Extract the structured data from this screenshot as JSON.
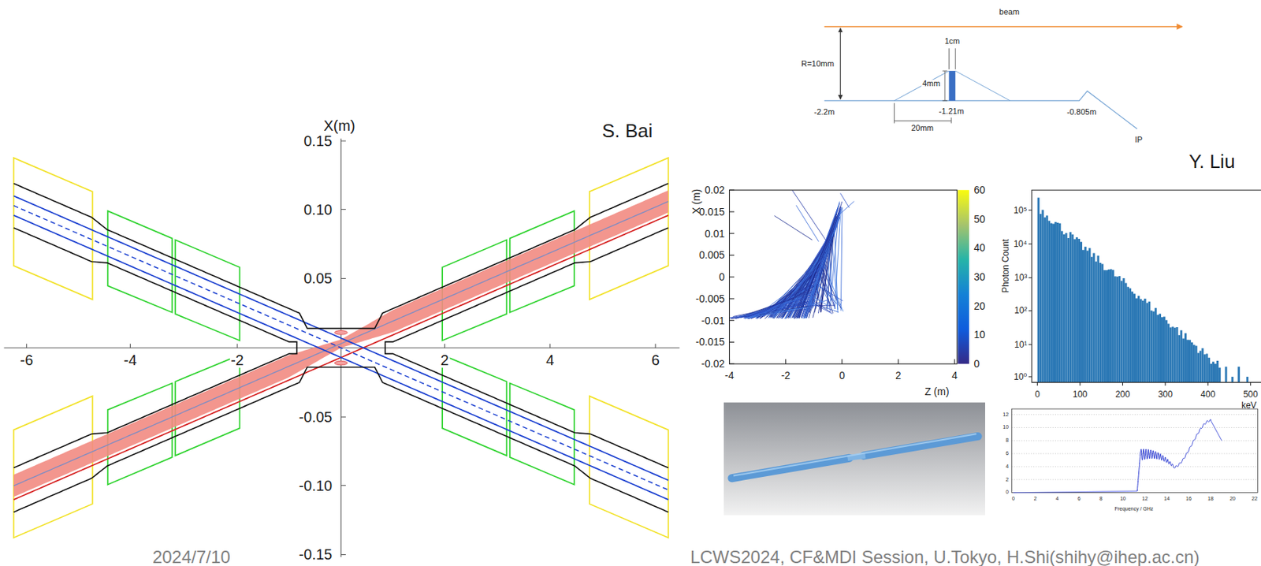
{
  "diagram": {
    "labels": [
      "X(m)",
      "0.15",
      "0.10",
      "0.05",
      "-0.05",
      "-0.10",
      "-0.15",
      "-6",
      "-4",
      "-2",
      "2",
      "4",
      "6",
      "S. Bai",
      "beam",
      "R=10mm",
      "1cm",
      "4mm",
      "-2.2m",
      "-1.21m",
      "20mm",
      "-0.805m",
      "IP",
      "Y. Liu",
      "0.02",
      "0.015",
      "0.01",
      "0.005",
      "0",
      "-0.005",
      "-0.01",
      "-0.015",
      "-0.02",
      "X (m)",
      "-4",
      "-2",
      "0",
      "2",
      "4",
      "Z (m)",
      "60",
      "50",
      "40",
      "30",
      "20",
      "10",
      "0",
      "10⁵",
      "10⁴",
      "10³",
      "10²",
      "10¹",
      "10⁰",
      "Photon Count",
      "0",
      "100",
      "200",
      "300",
      "400",
      "500",
      "keV",
      "0",
      "2",
      "4",
      "6",
      "8",
      "10",
      "12",
      "14",
      "16",
      "18",
      "20",
      "22",
      "0",
      "2",
      "4",
      "6",
      "8",
      "10",
      "12",
      "Frequency / GHz",
      "2024/7/10",
      "LCWS2024, CF&MDI Session, U.Tokyo, H.Shi(shihy@ihep.ac.cn)"
    ]
  }
}
